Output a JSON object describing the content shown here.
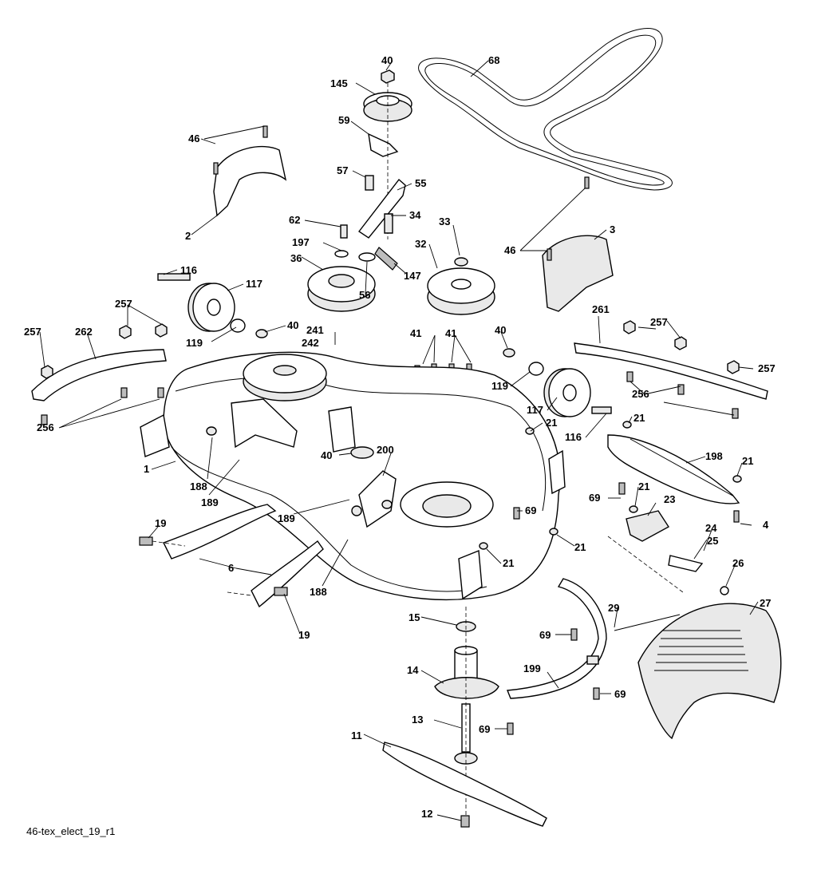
{
  "diagram_id": "46-tex_elect_19_r1",
  "callouts": {
    "c40_top": "40",
    "c68": "68",
    "c145": "145",
    "c59": "59",
    "c46_left": "46",
    "c2": "2",
    "c57": "57",
    "c55": "55",
    "c62": "62",
    "c34": "34",
    "c197": "197",
    "c33": "33",
    "c36": "36",
    "c32": "32",
    "c147": "147",
    "c56": "56",
    "c46_right": "46",
    "c3": "3",
    "c116_left": "116",
    "c117_left": "117",
    "c257_top_left": "257",
    "c257_left": "257",
    "c262": "262",
    "c119_left": "119",
    "c40_mid_left": "40",
    "c241": "241",
    "c242": "242",
    "c41_a": "41",
    "c41_b": "41",
    "c40_mid_right": "40",
    "c261": "261",
    "c257_top_right": "257",
    "c257_right": "257",
    "c256_left": "256",
    "c119_right": "119",
    "c117_right": "117",
    "c256_right": "256",
    "c116_right": "116",
    "c21_a": "21",
    "c21_b": "21",
    "c1": "1",
    "c188_left": "188",
    "c40_center": "40",
    "c200": "200",
    "c198": "198",
    "c21_c": "21",
    "c189_left": "189",
    "c69_center": "69",
    "c69_right": "69",
    "c21_d": "21",
    "c23": "23",
    "c4": "4",
    "c19_top": "19",
    "c189_center": "189",
    "c24": "24",
    "c25": "25",
    "c21_e": "21",
    "c21_f": "21",
    "c6": "6",
    "c26": "26",
    "c188_center": "188",
    "c27": "27",
    "c29": "29",
    "c15": "15",
    "c19_bottom": "19",
    "c69_lower": "69",
    "c14": "14",
    "c199": "199",
    "c69_bottom_right": "69",
    "c13": "13",
    "c69_bottom": "69",
    "c11": "11",
    "c12": "12"
  }
}
